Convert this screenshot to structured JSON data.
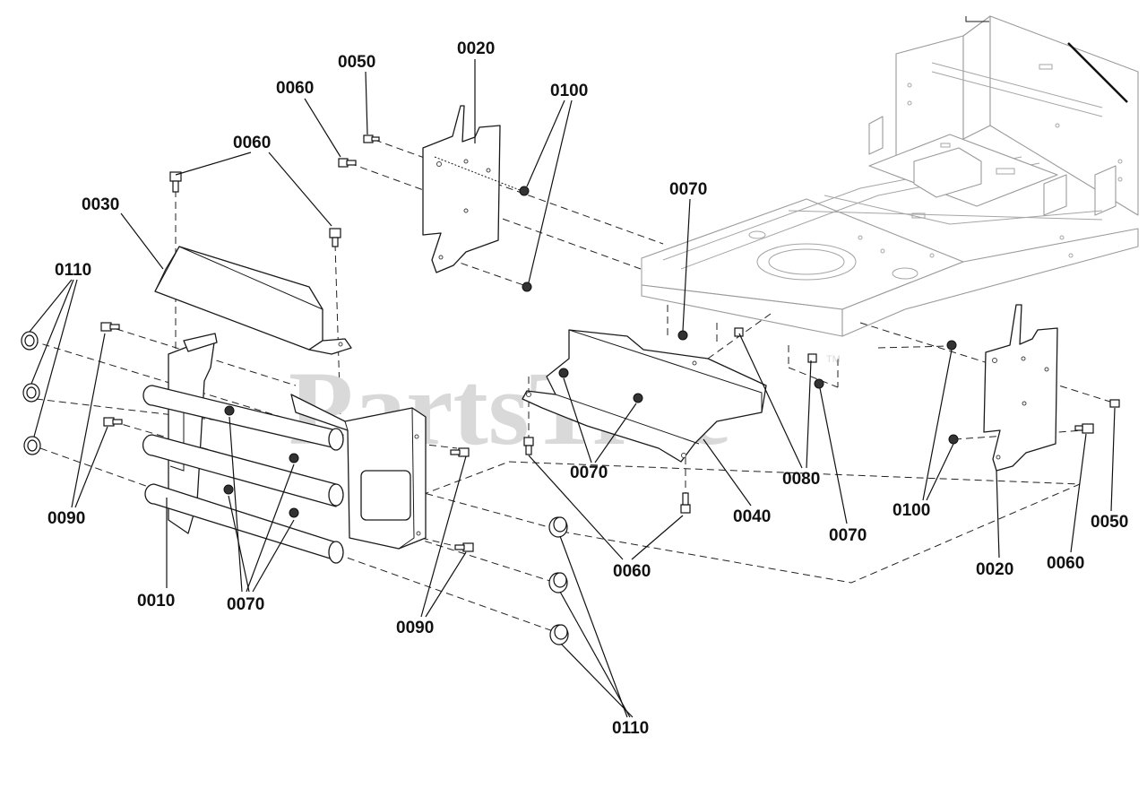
{
  "watermark": {
    "text": "PartsTree",
    "trademark": "TM"
  },
  "callouts": {
    "c0010": "0010",
    "c0020_top": "0020",
    "c0020_right": "0020",
    "c0030": "0030",
    "c0040": "0040",
    "c0050_top": "0050",
    "c0050_right": "0050",
    "c0060_top": "0060",
    "c0060_mid": "0060",
    "c0060_center": "0060",
    "c0060_right": "0060",
    "c0070_frame": "0070",
    "c0070_center": "0070",
    "c0070_left": "0070",
    "c0070_right": "0070",
    "c0080": "0080",
    "c0090_left": "0090",
    "c0090_center": "0090",
    "c0100_top": "0100",
    "c0100_right": "0100",
    "c0110_left": "0110",
    "c0110_bottom": "0110"
  }
}
